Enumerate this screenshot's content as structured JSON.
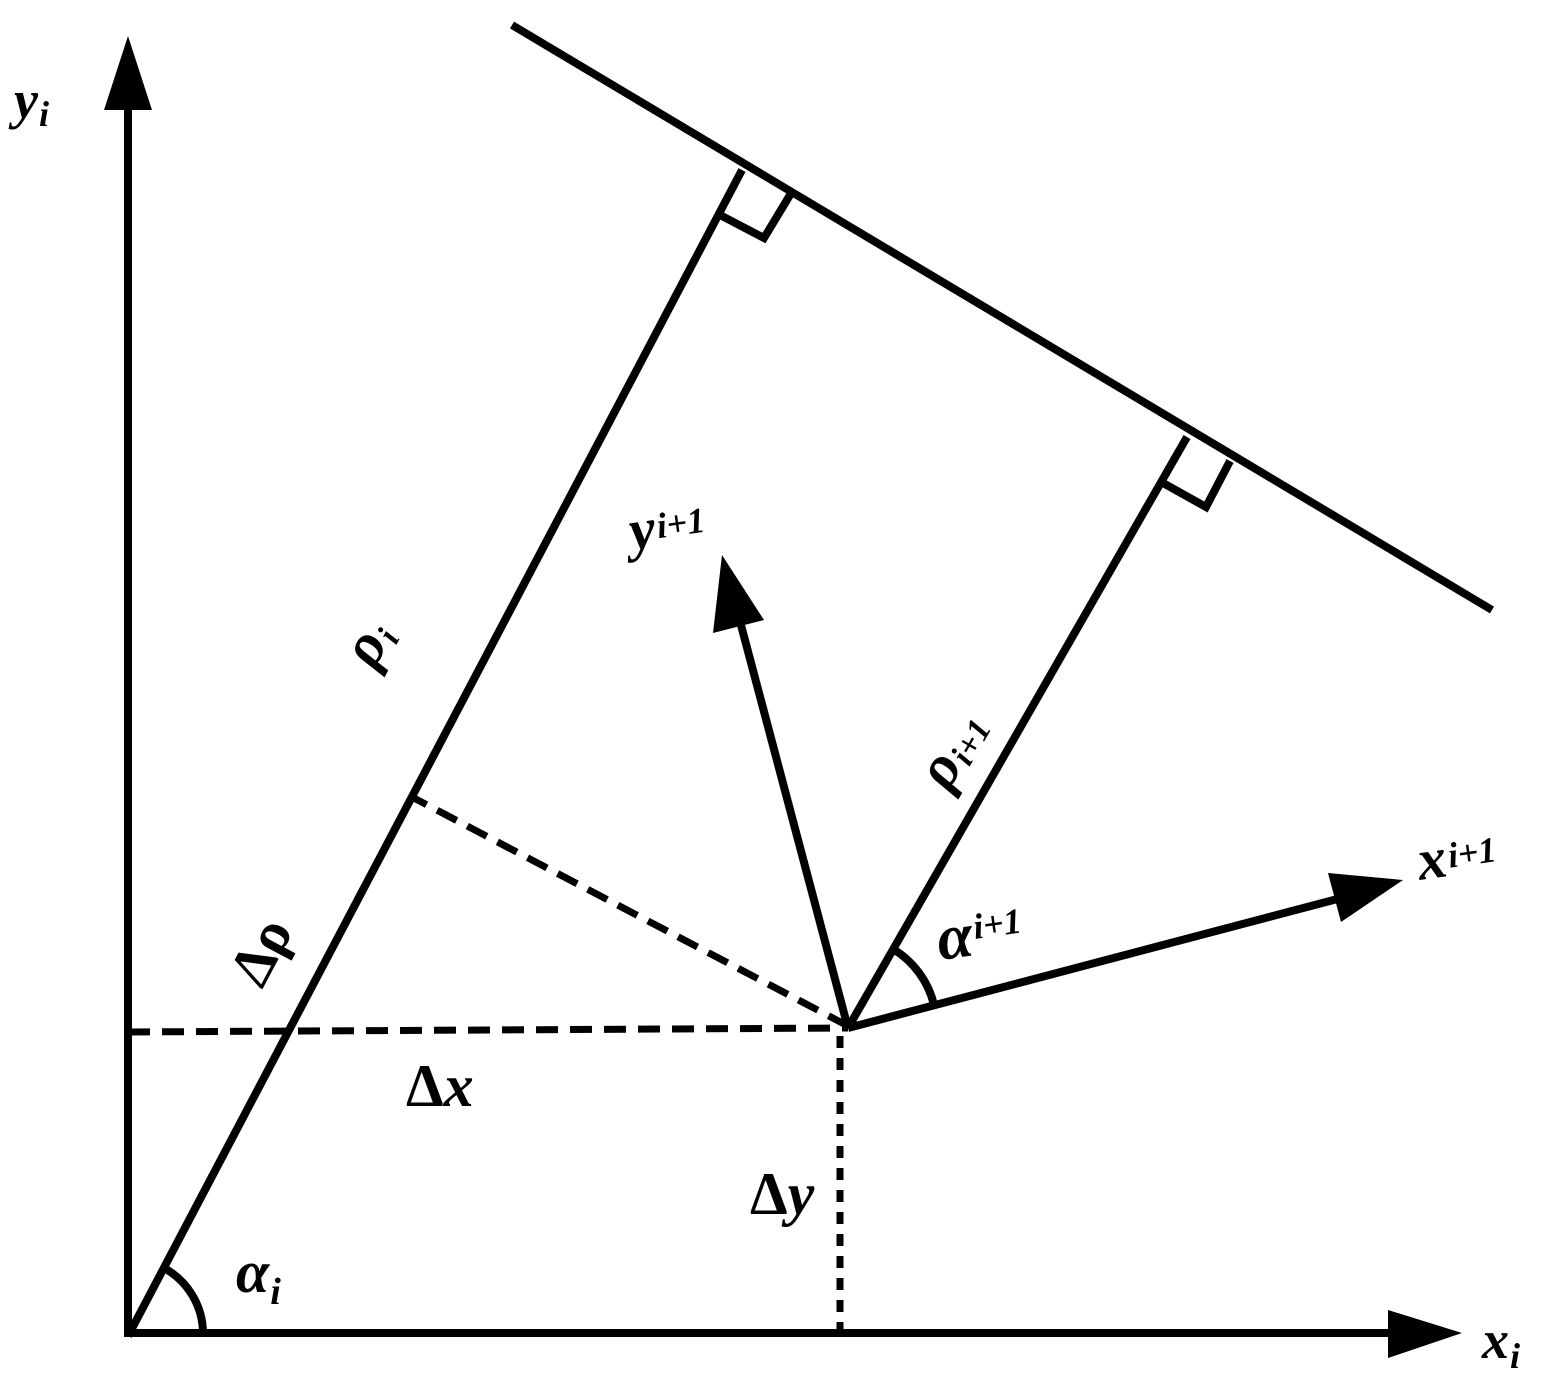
{
  "diagram": {
    "labels": {
      "yi": {
        "main": "y",
        "sub": "i"
      },
      "xi": {
        "main": "x",
        "sub": "i"
      },
      "yi1": {
        "main": "y",
        "sub": "i+1"
      },
      "xi1": {
        "main": "x",
        "sub": "i+1"
      },
      "rho_i": {
        "main": "ρ",
        "sub": "i"
      },
      "rho_i1": {
        "main": "ρ",
        "sub": "i+1"
      },
      "alpha_i": {
        "main": "α",
        "sub": "i"
      },
      "alpha_i1": {
        "main": "α",
        "sub": "i+1"
      },
      "delta_rho": {
        "main": "Δρ"
      },
      "delta_x": {
        "prefix": "Δ",
        "main": "x"
      },
      "delta_y": {
        "prefix": "Δ",
        "main": "y"
      }
    }
  }
}
